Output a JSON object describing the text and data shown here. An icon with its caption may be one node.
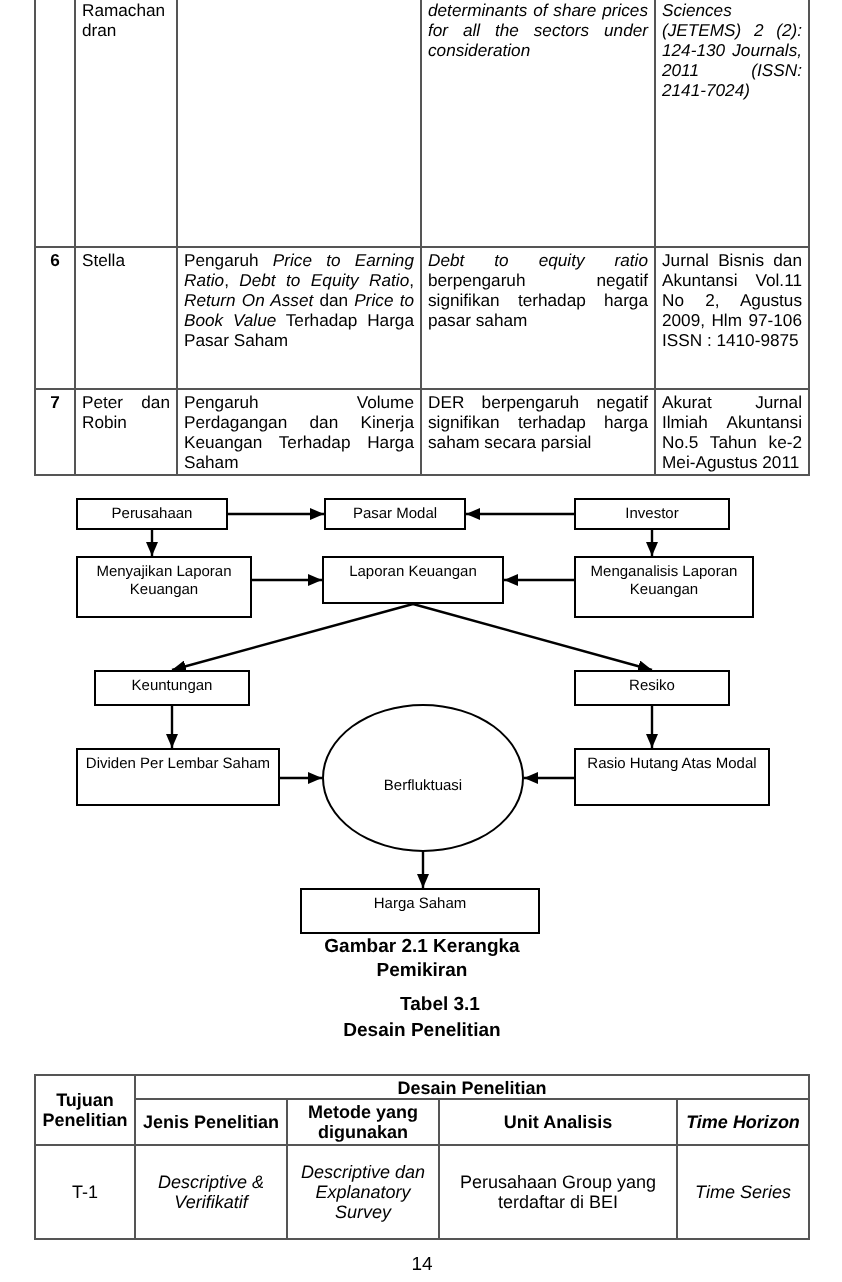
{
  "diagram": {
    "caption": "Gambar 2.1 Kerangka Pemikiran",
    "nodes": [
      {
        "text": [
          "Perusahaan"
        ]
      },
      {
        "text": [
          "Pasar Modal"
        ]
      },
      {
        "text": [
          "Investor"
        ]
      },
      {
        "text": [
          "Menyajikan Laporan Keuangan"
        ]
      },
      {
        "text": [
          "Laporan Keuangan"
        ]
      },
      {
        "text": [
          "Menganalisis Laporan Keuangan"
        ]
      },
      {
        "text": [
          "Keuntungan"
        ]
      },
      {
        "text": [
          "Resiko"
        ]
      },
      {
        "text": [
          "Dividen Per Lembar Saham"
        ]
      },
      {
        "text": [
          "Berfluktuasi"
        ]
      },
      {
        "text": [
          "Rasio Hutang Atas Modal"
        ]
      },
      {
        "text": [
          "Harga Saham"
        ]
      }
    ],
    "edges": [
      {
        "from": 0,
        "to": 1,
        "arrow": "to"
      },
      {
        "from": 2,
        "to": 1,
        "arrow": "to"
      },
      {
        "from": 0,
        "to": 3,
        "arrow": "to"
      },
      {
        "from": 2,
        "to": 5,
        "arrow": "to"
      },
      {
        "from": 3,
        "to": 4,
        "arrow": "to"
      },
      {
        "from": 5,
        "to": 4,
        "arrow": "to"
      },
      {
        "from": 4,
        "to": 6,
        "arrow": "to"
      },
      {
        "from": 4,
        "to": 7,
        "arrow": "to"
      },
      {
        "from": 6,
        "to": 8,
        "arrow": "to"
      },
      {
        "from": 7,
        "to": 10,
        "arrow": "to"
      },
      {
        "from": 8,
        "to": 9,
        "arrow": "to"
      },
      {
        "from": 10,
        "to": 9,
        "arrow": "to"
      },
      {
        "from": 9,
        "to": 11,
        "arrow": "to"
      }
    ],
    "labels": [
      "Ramachandran",
      "determinants of share prices for all the sectors under consideration",
      "Sciences (JETEMS) 2 (2): 124-130 Journals, 2011 (ISSN: 2141-7024)",
      "6",
      "Stella",
      "Pengaruh *Price to Earning Ratio*, *Debt to Equity Ratio*, *Return On Asset* dan *Price to Book Value* Terhadap Harga Pasar Saham",
      "*Debt to equity ratio* berpengaruh negatif signifikan terhadap harga pasar saham",
      "Jurnal Bisnis dan Akuntansi Vol.11 No 2, Agustus 2009, Hlm 97-106 ISSN : 1410-9875",
      "7",
      "Peter dan Robin",
      "Pengaruh Volume Perdagangan dan Kinerja Keuangan Terhadap Harga Saham",
      "DER berpengaruh negatif signifikan terhadap harga saham secara parsial",
      "Akurat Jurnal Ilmiah Akuntansi No.5 Tahun ke-2 Mei-Agustus 2011",
      "Tabel 3.1",
      "Desain Penelitian",
      "Tujuan Penelitian",
      "Desain Penelitian",
      "Jenis Penelitian",
      "Metode yang digunakan",
      "Unit Analisis",
      "Time Horizon",
      "T-1",
      "Descriptive & Verifikatif",
      "Descriptive dan Explanatory Survey",
      "Perusahaan Group yang terdaftar di BEI",
      "Time Series",
      "14"
    ]
  }
}
